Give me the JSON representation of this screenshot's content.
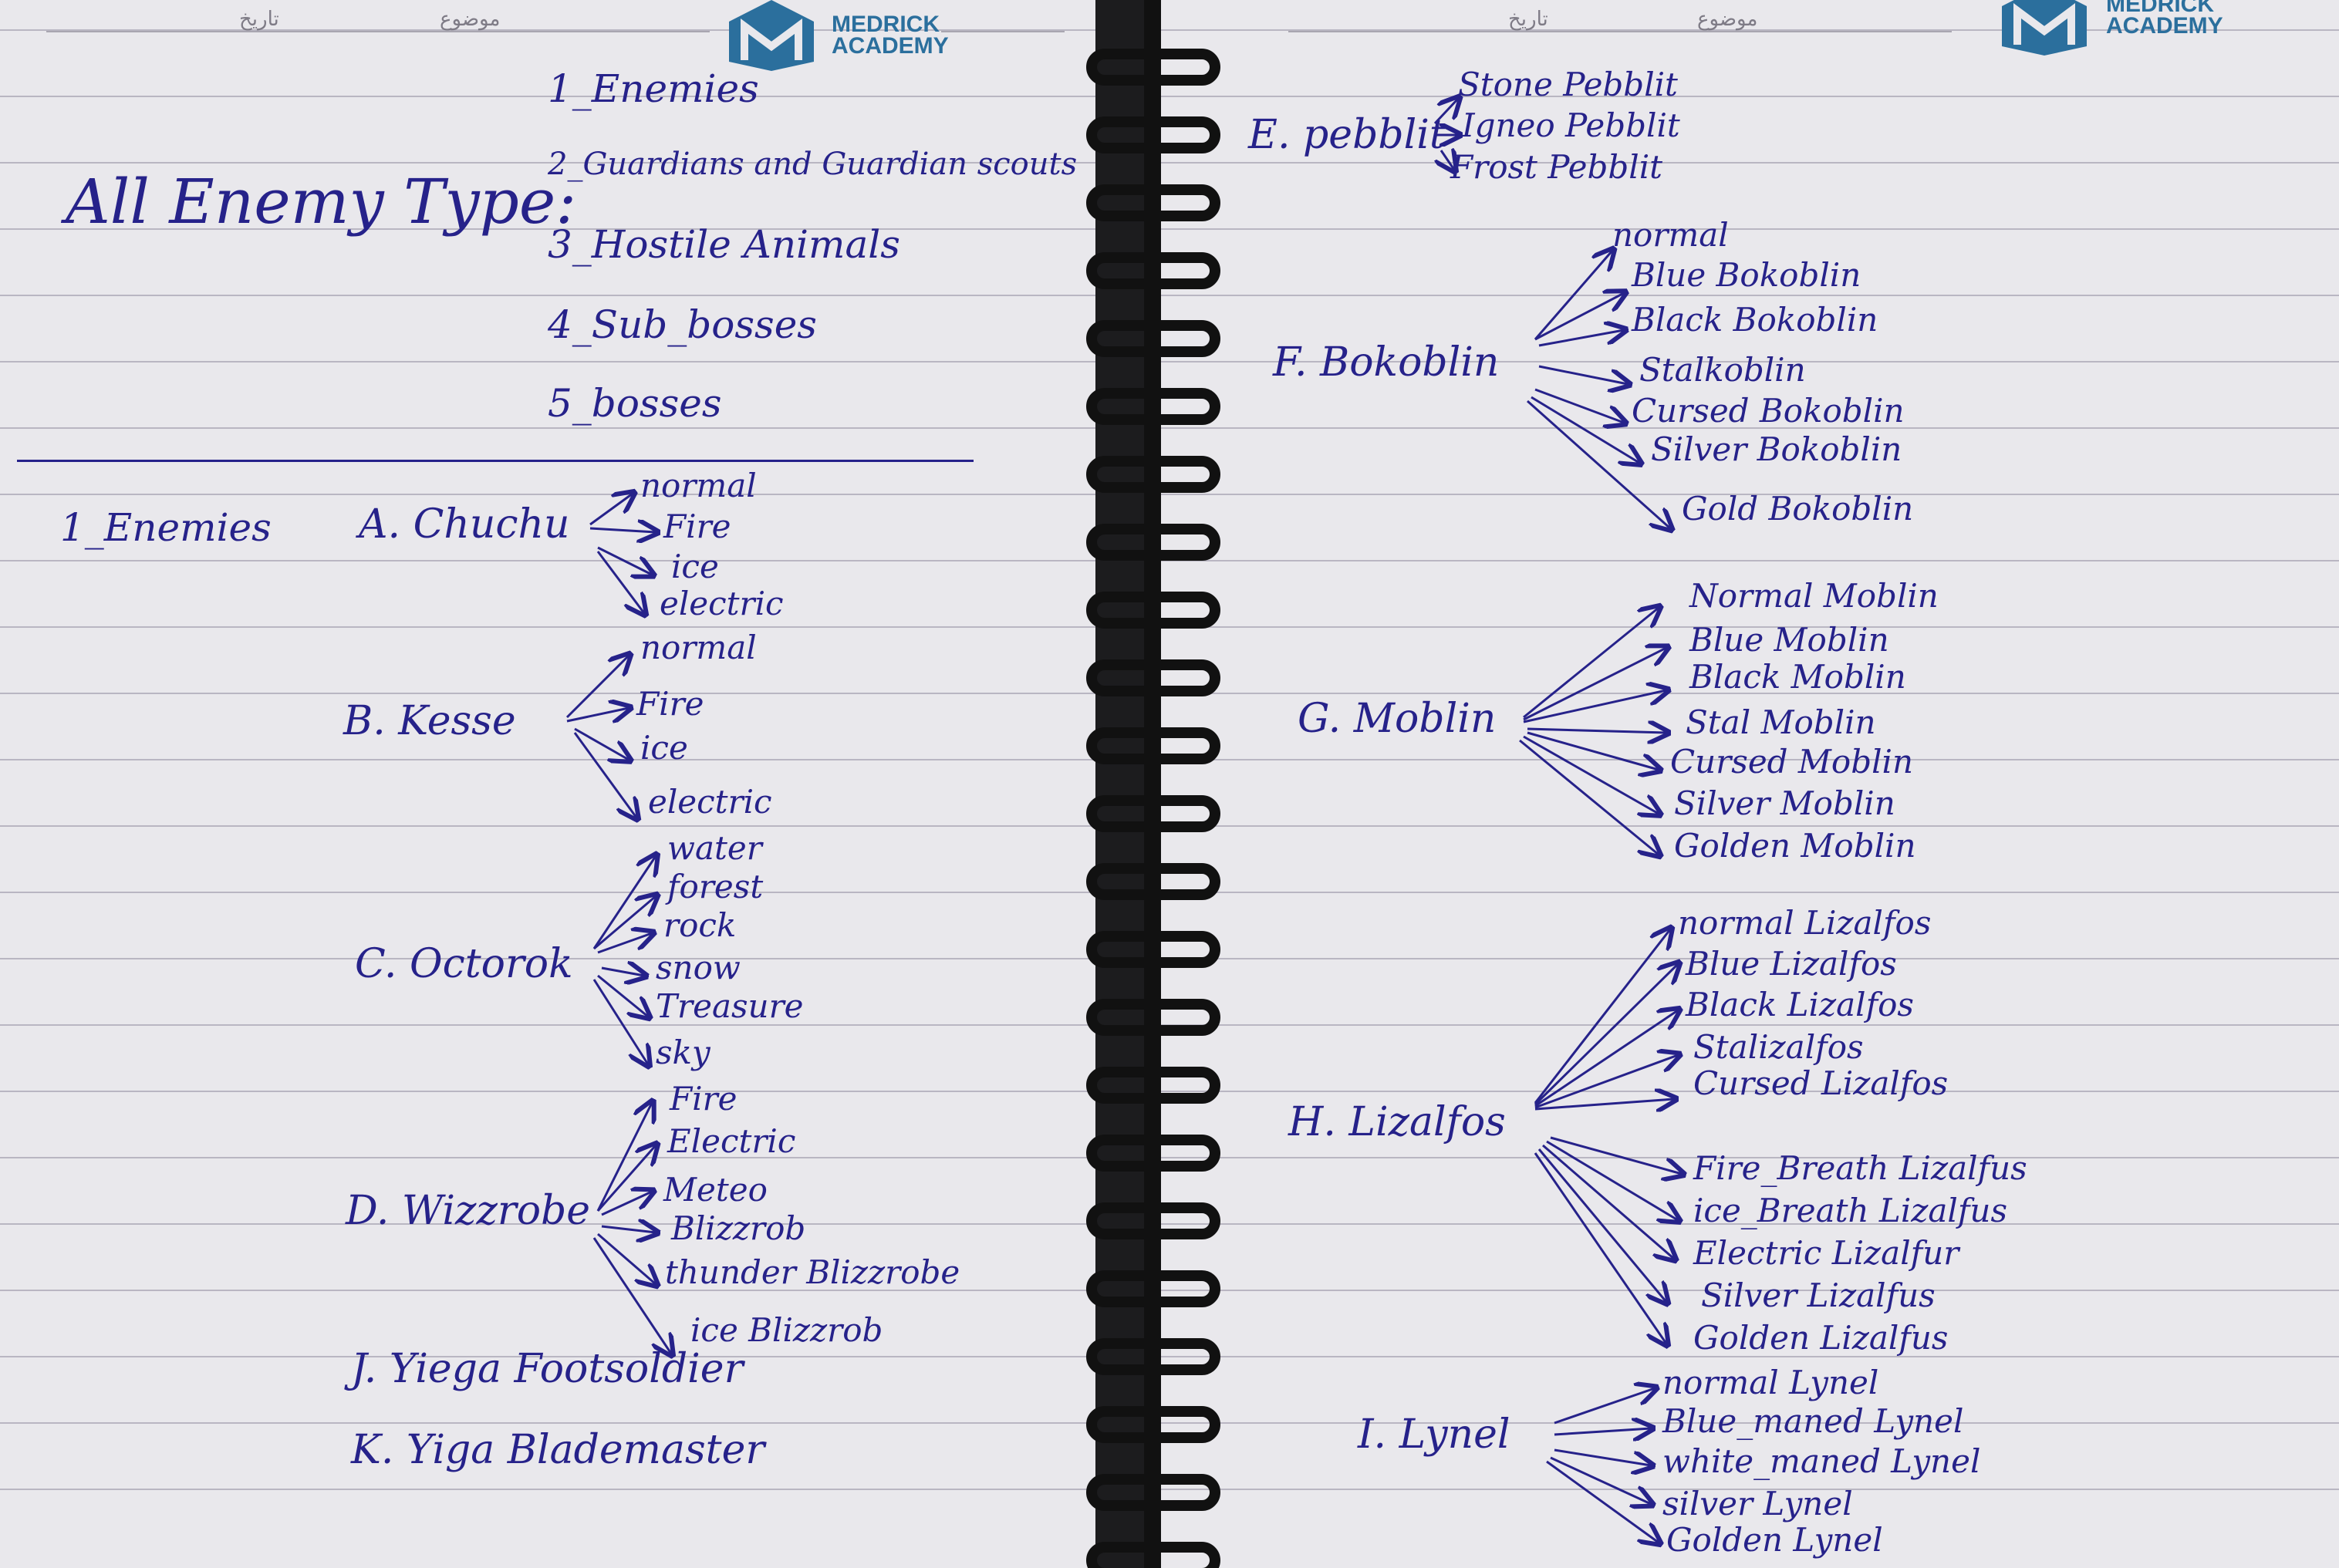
{
  "brand": {
    "name_line1": "MEDRICK",
    "name_line2": "ACADEMY"
  },
  "header_fields": {
    "date": "تاريخ",
    "subject": "موضوع"
  },
  "title": "All Enemy Type:",
  "categories": [
    "1_Enemies",
    "2_Guardians and Guardian scouts",
    "3_Hostile Animals",
    "4_Sub_bosses",
    "5_bosses"
  ],
  "section_label": "1_Enemies",
  "groups": {
    "chuchu": {
      "label": "A. Chuchu",
      "items": [
        "normal",
        "Fire",
        "ice",
        "electric"
      ]
    },
    "keese": {
      "label": "B. Kesse",
      "items": [
        "normal",
        "Fire",
        "ice",
        "electric"
      ]
    },
    "octorok": {
      "label": "C. Octorok",
      "items": [
        "water",
        "forest",
        "rock",
        "snow",
        "Treasure",
        "sky"
      ]
    },
    "wizzrobe": {
      "label": "D. Wizzrobe",
      "items": [
        "Fire",
        "Electric",
        "Meteo",
        "Blizzrob",
        "thunder Blizzrobe",
        "ice Blizzrob"
      ]
    },
    "pebblit": {
      "label": "E. pebblit",
      "items": [
        "Stone Pebblit",
        "Igneo Pebblit",
        "Frost Pebblit"
      ]
    },
    "bokoblin": {
      "label": "F. Bokoblin",
      "items": [
        "normal",
        "Blue Bokoblin",
        "Black Bokoblin",
        "Stalkoblin",
        "Cursed Bokoblin",
        "Silver Bokoblin",
        "Gold Bokoblin"
      ]
    },
    "moblin": {
      "label": "G. Moblin",
      "items": [
        "Normal Moblin",
        "Blue Moblin",
        "Black Moblin",
        "Stal Moblin",
        "Cursed Moblin",
        "Silver Moblin",
        "Golden Moblin"
      ]
    },
    "lizalfos": {
      "label": "H. Lizalfos",
      "items": [
        "normal Lizalfos",
        "Blue Lizalfos",
        "Black Lizalfos",
        "Stalizalfos",
        "Cursed Lizalfos",
        "Fire_Breath Lizalfus",
        "ice_Breath Lizalfus",
        "Electric Lizalfur",
        "Silver Lizalfus",
        "Golden Lizalfus"
      ]
    },
    "lynel": {
      "label": "I. Lynel",
      "items": [
        "normal Lynel",
        "Blue_maned Lynel",
        "white_maned Lynel",
        "silver Lynel",
        "Golden Lynel"
      ]
    }
  },
  "extra": {
    "yiga_foot": "J. Yiega Footsoldier",
    "yiga_blade": "K. Yiga Blademaster"
  },
  "colors": {
    "ink": "#26228a",
    "paper": "#e9e8ec",
    "rule": "#b9b6c2",
    "brand": "#2b6f9d",
    "spiral": "#111111"
  }
}
